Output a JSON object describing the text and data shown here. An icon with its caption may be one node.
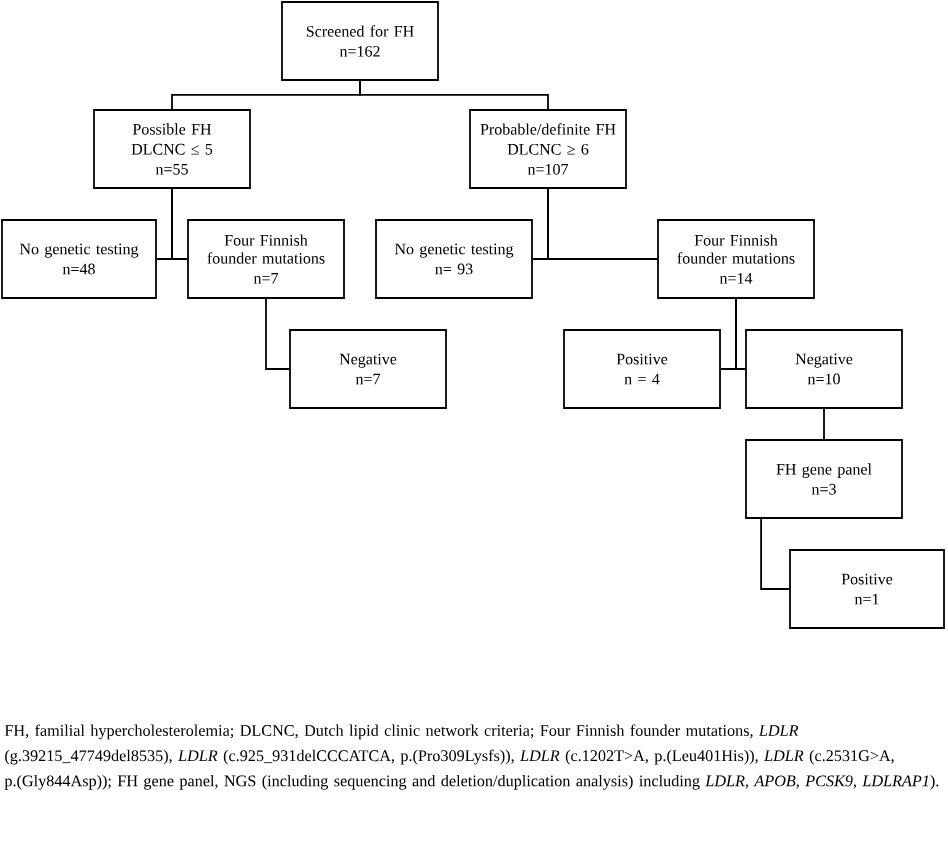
{
  "diagram": {
    "caption": "FH, familial hypercholesterolemia; DLCNC, Dutch lipid clinic network criteria; Four Finnish founder mutations, *LDLR* (g.39215_47749del8535), *LDLR* (c.925_931delCCCATCA, p.(Pro309Lysfs)), *LDLR* (c.1202T>A, p.(Leu401His)), *LDLR* (c.2531G>A, p.(Gly844Asp)); FH gene panel, NGS (including sequencing and deletion/duplication analysis) including *LDLR*, *APOB*, *PCSK9*, *LDLRAP1*).",
    "nodes": [
      {
        "text": [
          "Screened for FH",
          "n=162"
        ]
      },
      {
        "text": [
          "Possible FH",
          "DLCNC ≤ 5",
          "n=55"
        ]
      },
      {
        "text": [
          "Probable/definite FH",
          "DLCNC ≥ 6",
          "n=107"
        ]
      },
      {
        "text": [
          "No genetic testing",
          "n=48"
        ]
      },
      {
        "text": [
          "Four Finnish founder mutations",
          "n=7"
        ]
      },
      {
        "text": [
          "No genetic testing",
          "n= 93"
        ]
      },
      {
        "text": [
          "Four Finnish founder mutations",
          "n=14"
        ]
      },
      {
        "text": [
          "Negative",
          "n=7"
        ]
      },
      {
        "text": [
          "Positive",
          "n = 4"
        ]
      },
      {
        "text": [
          "Negative",
          "n=10"
        ]
      },
      {
        "text": [
          "FH gene panel",
          "n=3"
        ]
      },
      {
        "text": [
          "Positive",
          "n=1"
        ]
      }
    ],
    "edges": [
      {
        "from": 0,
        "to": 1,
        "arrow": "none"
      },
      {
        "from": 0,
        "to": 2,
        "arrow": "none"
      },
      {
        "from": 1,
        "to": 3,
        "arrow": "none"
      },
      {
        "from": 1,
        "to": 4,
        "arrow": "none"
      },
      {
        "from": 2,
        "to": 5,
        "arrow": "none"
      },
      {
        "from": 2,
        "to": 6,
        "arrow": "none"
      },
      {
        "from": 4,
        "to": 7,
        "arrow": "none"
      },
      {
        "from": 6,
        "to": 8,
        "arrow": "none"
      },
      {
        "from": 6,
        "to": 9,
        "arrow": "none"
      },
      {
        "from": 9,
        "to": 10,
        "arrow": "none"
      },
      {
        "from": 10,
        "to": 11,
        "arrow": "none"
      }
    ]
  }
}
